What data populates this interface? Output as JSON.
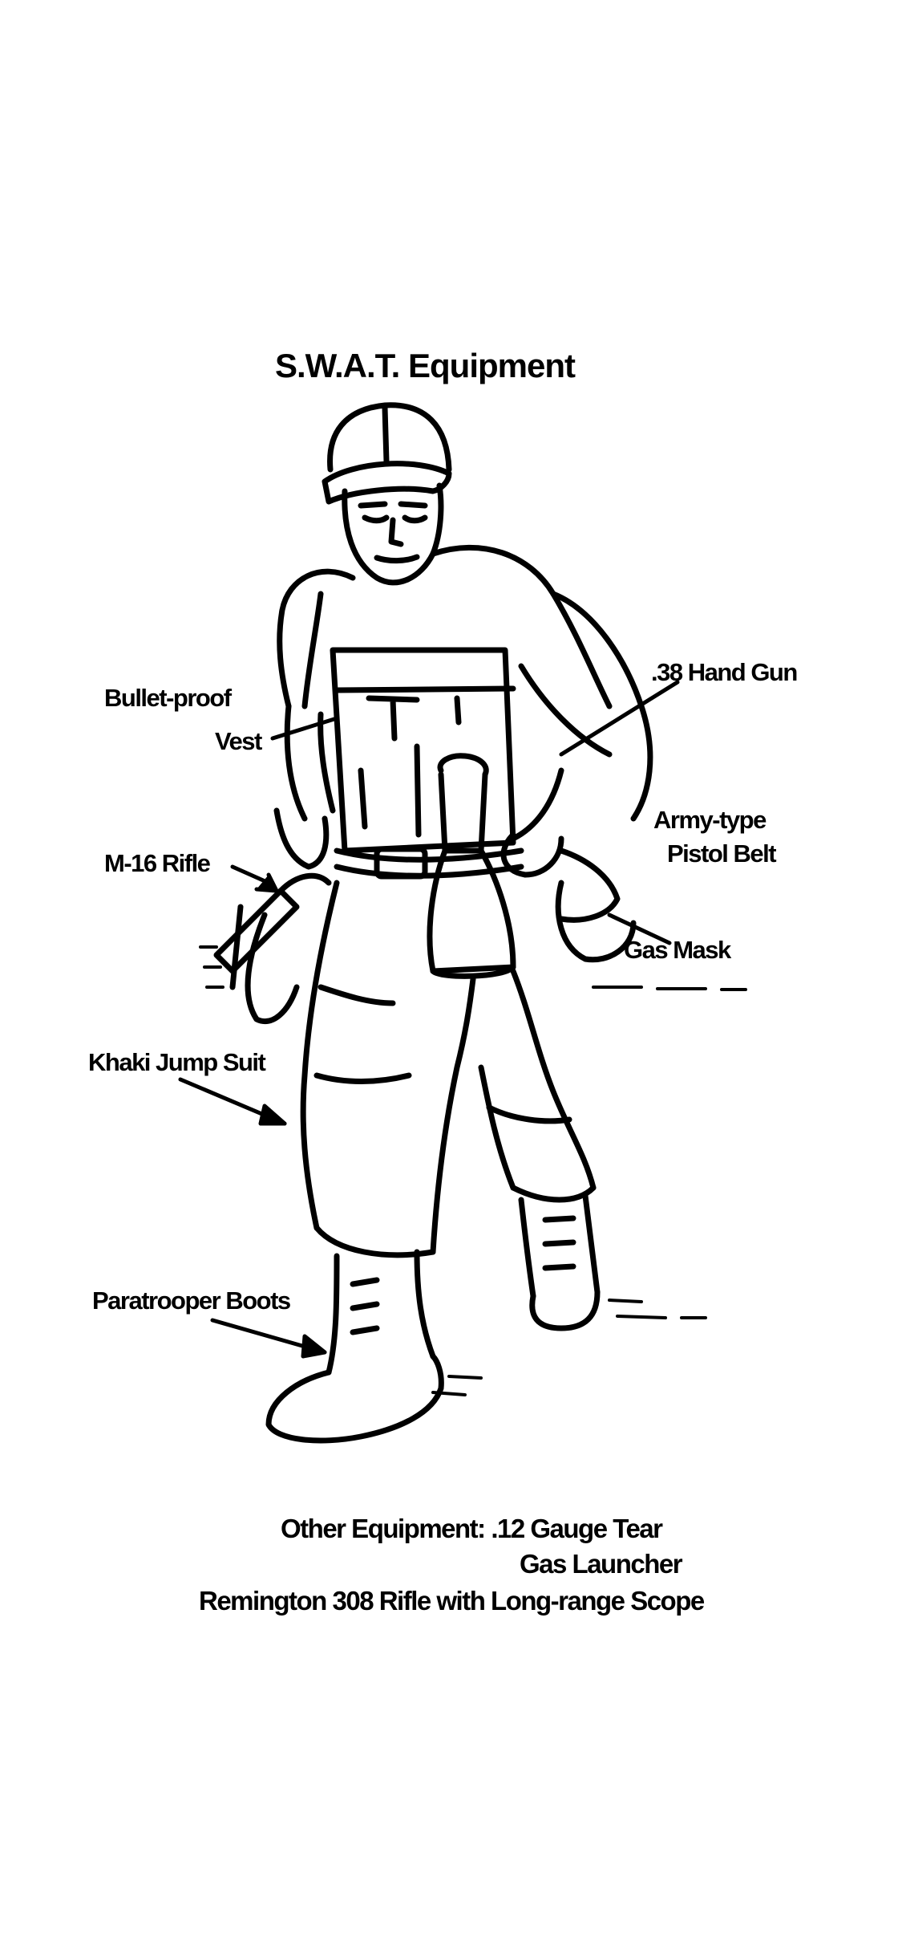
{
  "title": "S.W.A.T. Equipment",
  "labels": {
    "bulletproof": "Bullet-proof",
    "vest": "Vest",
    "m16": "M-16 Rifle",
    "handgun": ".38 Hand Gun",
    "belt_line1": "Army-type",
    "belt_line2": "Pistol Belt",
    "gasmask": "Gas Mask",
    "khaki": "Khaki Jump Suit",
    "boots": "Paratrooper Boots"
  },
  "footer": {
    "line1": "Other Equipment: .12 Gauge Tear",
    "line2": "Gas Launcher",
    "line3": "Remington 308 Rifle with Long-range Scope"
  },
  "colors": {
    "ink": "#000000",
    "paper": "#ffffff"
  }
}
